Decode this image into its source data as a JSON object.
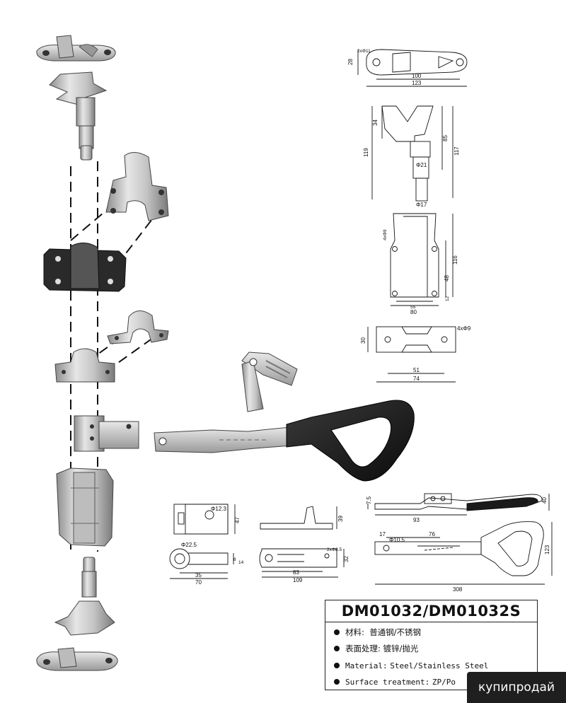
{
  "product": {
    "model": "DM01032/DM01032S",
    "specs": [
      {
        "label": "材料:",
        "value": "普通钢/不锈钢"
      },
      {
        "label": "表面处理:",
        "value": "镀锌/抛光"
      },
      {
        "label": "Material:",
        "value": "Steel/Stainless Steel"
      },
      {
        "label": "Surface treatment:",
        "value": "ZP/Po"
      }
    ]
  },
  "dimensions": {
    "keeper_top": {
      "height": "28",
      "hole": "2xΦ11",
      "inner_width": "100",
      "outer_width": "123"
    },
    "cam": {
      "head": "34",
      "height_left": "119",
      "total": "117",
      "shank": "85",
      "dia_large": "Φ21",
      "dia_small": "Φ17"
    },
    "bracket_front": {
      "holes": "4xΦ9",
      "height": "116",
      "lower": "48",
      "bottom": "12",
      "inner": "55",
      "width": "80"
    },
    "bracket_plan": {
      "height": "30",
      "holes": "4xΦ9",
      "inner": "51",
      "width": "74"
    },
    "hinge_small": {
      "hole": "Φ12.3",
      "height": "47"
    },
    "hinge_side": {
      "height": "39"
    },
    "arm": {
      "eye": "Φ22.5",
      "thickness_a": "8",
      "thickness_b": "14",
      "inner": "35",
      "length": "70"
    },
    "bearing": {
      "holes": "2xΦ8.5",
      "height": "32",
      "inner": "83",
      "length": "109"
    },
    "handle_side": {
      "thick": "7.5",
      "offset": "93",
      "height": "40"
    },
    "handle_top": {
      "offset": "17",
      "hole": "Φ10.5",
      "slot": "76",
      "height": "123",
      "length": "308"
    }
  },
  "watermark": "купипродай",
  "colors": {
    "line": "#111111",
    "metal_light": "#d9d9d9",
    "metal_mid": "#a8a8a8",
    "metal_dark": "#6e6e6e",
    "rubber": "#1a1a1a"
  }
}
